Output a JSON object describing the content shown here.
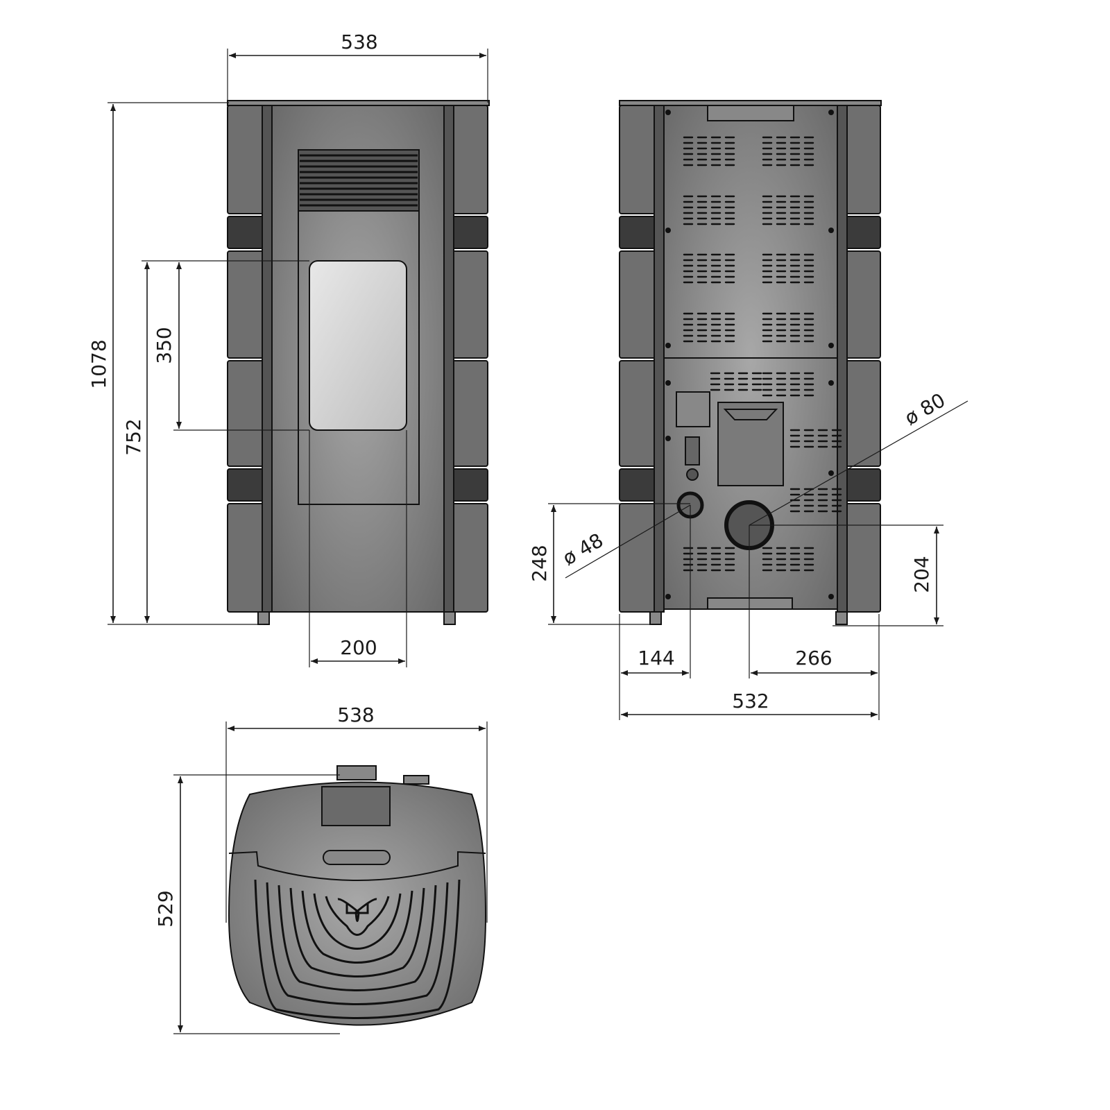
{
  "dimensions": {
    "front_width": "538",
    "front_height": "1078",
    "glass_top_height": "752",
    "glass_height": "350",
    "glass_width": "200",
    "back_width": "532",
    "pipe48_offset": "144",
    "pipe80_offset": "266",
    "pipe48_height": "248",
    "pipe80_height": "204",
    "pipe48_diameter": "ø 48",
    "pipe80_diameter": "ø 80",
    "top_width": "538",
    "top_depth": "529"
  },
  "colors": {
    "body": "#7a7a7a",
    "glass": "#d0d0d0",
    "line": "#111111"
  }
}
